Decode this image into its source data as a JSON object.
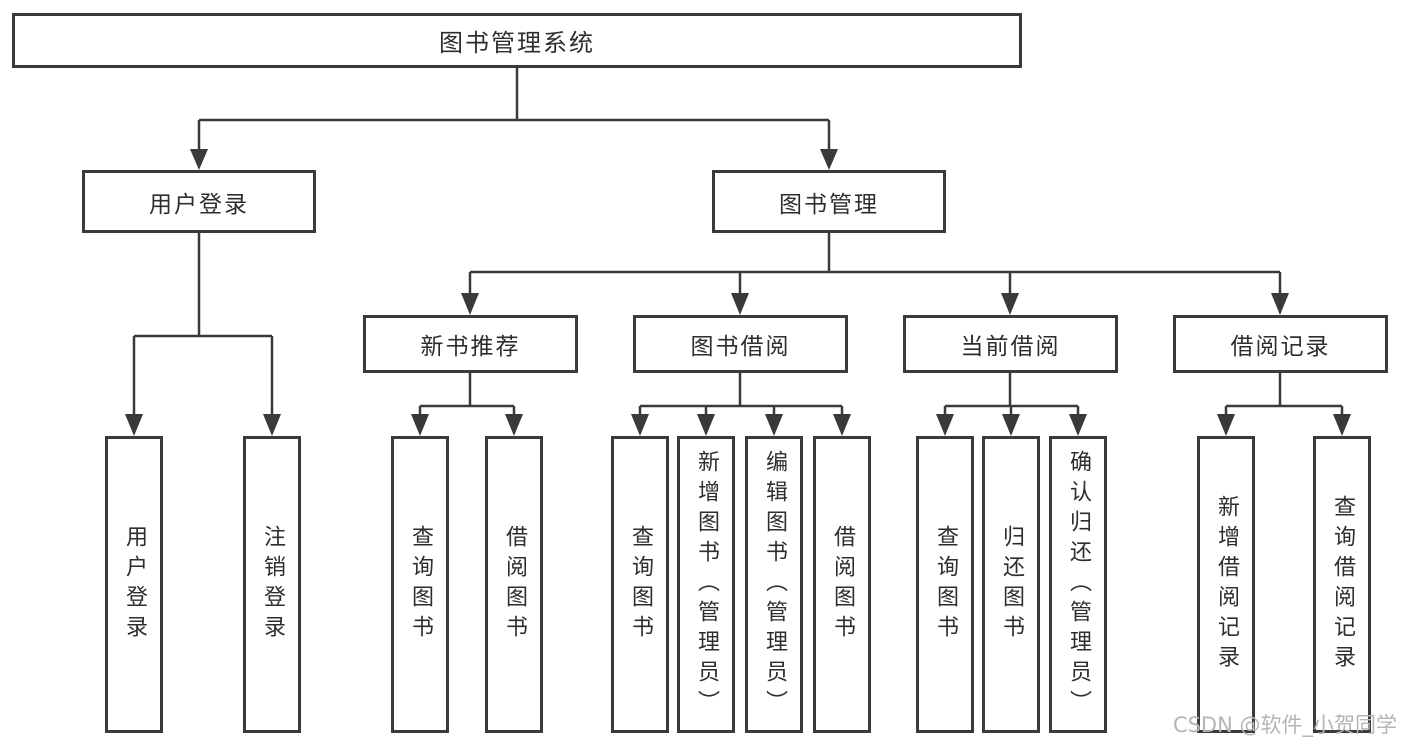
{
  "diagram_title": "图书管理系统",
  "tree": {
    "root": {
      "label": "图书管理系统"
    },
    "branches": [
      {
        "label": "用户登录",
        "children": [
          {
            "label": "用户登录"
          },
          {
            "label": "注销登录"
          }
        ]
      },
      {
        "label": "图书管理",
        "children": [
          {
            "label": "新书推荐",
            "children": [
              {
                "label": "查询图书"
              },
              {
                "label": "借阅图书"
              }
            ]
          },
          {
            "label": "图书借阅",
            "children": [
              {
                "label": "查询图书"
              },
              {
                "label": "新增图书（管理员）"
              },
              {
                "label": "编辑图书（管理员）"
              },
              {
                "label": "借阅图书"
              }
            ]
          },
          {
            "label": "当前借阅",
            "children": [
              {
                "label": "查询图书"
              },
              {
                "label": "归还图书"
              },
              {
                "label": "确认归还（管理员）"
              }
            ]
          },
          {
            "label": "借阅记录",
            "children": [
              {
                "label": "新增借阅记录"
              },
              {
                "label": "查询借阅记录"
              }
            ]
          }
        ]
      }
    ]
  },
  "watermark": {
    "text": "CSDN @软件_小贺同学"
  },
  "colors": {
    "box_border": "#3a3a3a",
    "connector": "#3a3a3a",
    "text": "#2e2e2e",
    "watermark": "#b5b5b5",
    "background": "#ffffff"
  }
}
